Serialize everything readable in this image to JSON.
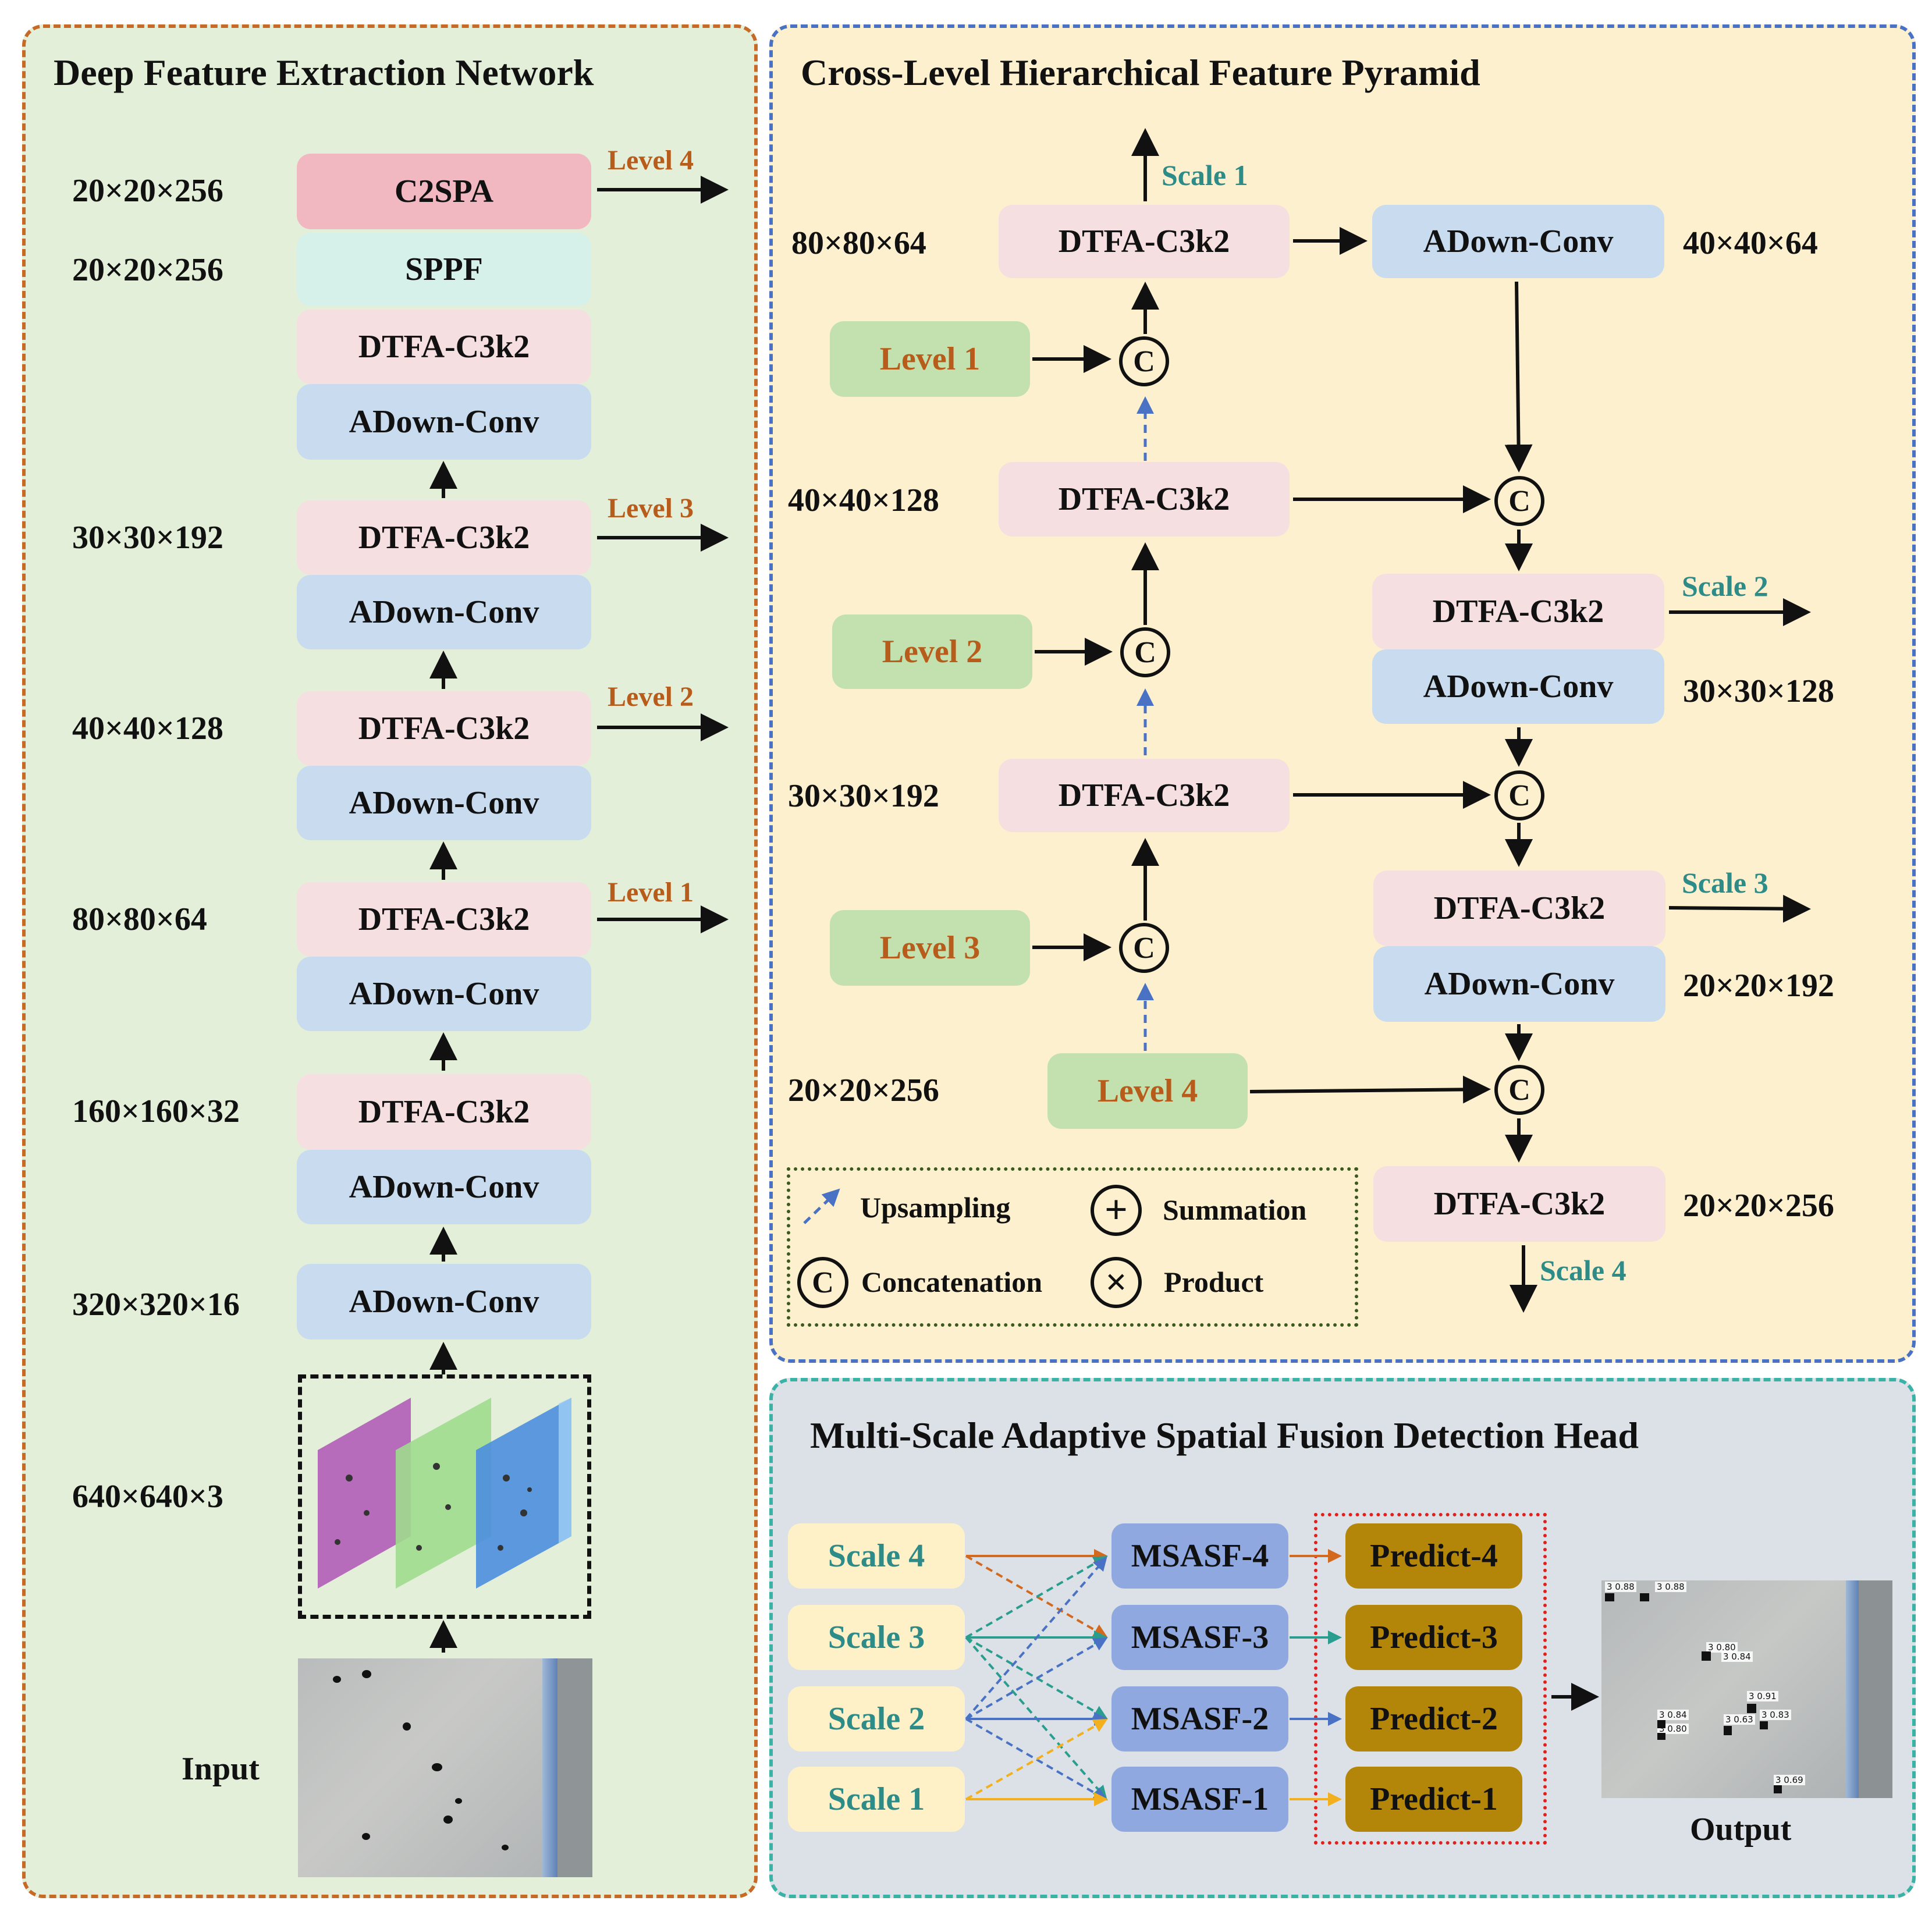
{
  "backbone": {
    "title": "Deep Feature Extraction Network",
    "input_label": "Input",
    "dims": {
      "c2spa": "20×20×256",
      "sppf": "20×20×256",
      "l3": "30×30×192",
      "l2": "40×40×128",
      "l1": "80×80×64",
      "s160": "160×160×32",
      "s320": "320×320×16",
      "s640": "640×640×3"
    },
    "blocks": {
      "c2spa": "C2SPA",
      "sppf": "SPPF",
      "dtfa": "DTFA-C3k2",
      "adown": "ADown-Conv"
    },
    "levels": [
      "Level 4",
      "Level 3",
      "Level 2",
      "Level 1"
    ]
  },
  "pyramid": {
    "title": "Cross-Level Hierarchical Feature Pyramid",
    "dtfa": "DTFA-C3k2",
    "adown": "ADown-Conv",
    "concat_symbol": "C",
    "levels": [
      "Level 1",
      "Level 2",
      "Level 3",
      "Level 4"
    ],
    "scales": [
      "Scale 1",
      "Scale 2",
      "Scale 3",
      "Scale 4"
    ],
    "dims_left": [
      "80×80×64",
      "40×40×128",
      "30×30×192",
      "20×20×256"
    ],
    "dims_right": [
      "40×40×64",
      "30×30×128",
      "20×20×192",
      "20×20×256"
    ],
    "legend": {
      "upsampling": "Upsampling",
      "summation": "Summation",
      "concatenation": "Concatenation",
      "product": "Product"
    }
  },
  "head": {
    "title": "Multi-Scale Adaptive Spatial Fusion Detection Head",
    "scales": [
      "Scale 4",
      "Scale 3",
      "Scale 2",
      "Scale 1"
    ],
    "msasf": [
      "MSASF-4",
      "MSASF-3",
      "MSASF-2",
      "MSASF-1"
    ],
    "predict": [
      "Predict-4",
      "Predict-3",
      "Predict-2",
      "Predict-1"
    ],
    "output_label": "Output",
    "detections": [
      "3 0.88",
      "3 0.88",
      "3 0.80",
      "3 0.84",
      "3 0.91",
      "3 0.84",
      "3 0.63",
      "3 0.83",
      "3 0.80",
      "3 0.69"
    ]
  },
  "colors": {
    "backbone_bg": "#e3efd8",
    "backbone_border": "#c76a26",
    "pyramid_bg": "#fdf0cf",
    "pyramid_border": "#4a72c4",
    "head_bg": "#dbe1e6",
    "head_border": "#3ab3a6",
    "level_text": "#b85c1c",
    "scale_text": "#2d8b88",
    "upsample_arrow": "#4a72c4",
    "orange_line": "#d2691e",
    "teal_line": "#2a9d8f",
    "blue_line": "#4a72c4",
    "yellow_line": "#f2b01e"
  }
}
